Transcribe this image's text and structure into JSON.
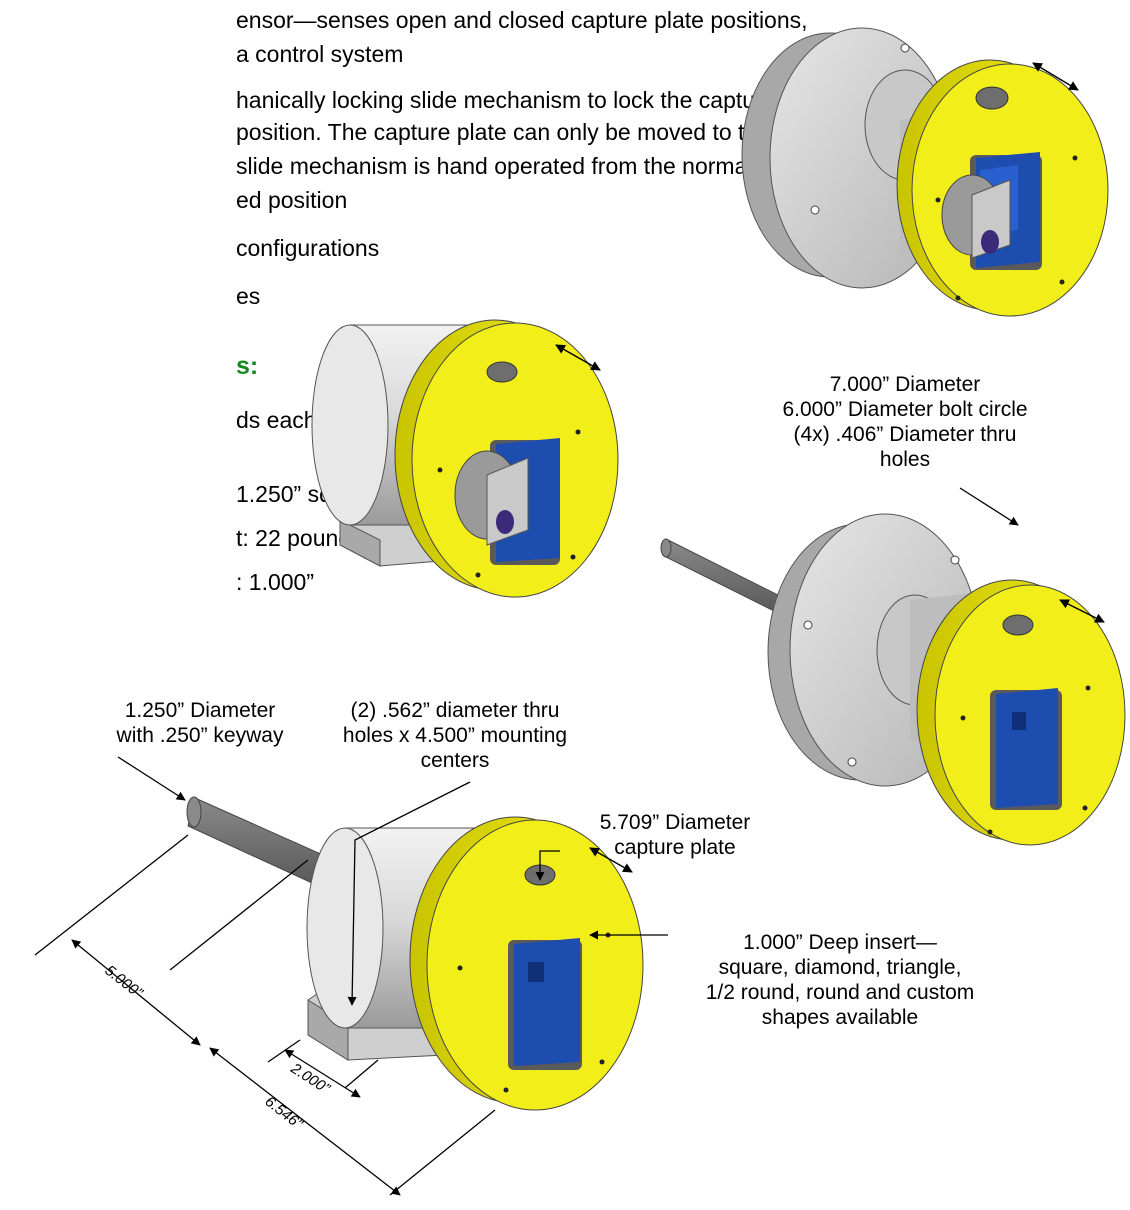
{
  "colors": {
    "heading": "#138a1e",
    "capture_plate": "#f2ee1a",
    "insert": "#1e4db0",
    "housing": "#d6d6d6",
    "shaft": "#777777"
  },
  "left_text": {
    "line1": "ensor—senses open and closed capture plate positions,",
    "line2": "a control system",
    "line3": "hanically locking slide mechanism to lock the capture",
    "line4": "position.  The capture plate can only be moved to the",
    "line5": "slide mechanism is hand operated from the normally",
    "line6": "ed position",
    "line7": "configurations",
    "line8": "es",
    "heading": "s:",
    "spec1": "ds each,",
    "spec2": "1.250” square",
    "spec3": "t: 22 pounds each",
    "spec4": ": 1.000”"
  },
  "annotations": {
    "flange_diameter": [
      "7.000” Diameter",
      "6.000” Diameter bolt circle",
      "(4x) .406” Diameter thru",
      "holes"
    ],
    "shaft_diameter": [
      "1.250” Diameter",
      "with .250” keyway"
    ],
    "mount_holes": [
      "(2) .562” diameter thru",
      "holes x 4.500” mounting",
      "centers"
    ],
    "capture_plate": [
      "5.709” Diameter",
      "capture plate"
    ],
    "insert": [
      "1.000” Deep insert—",
      "square, diamond, triangle,",
      "1/2 round, round and custom",
      "shapes available"
    ]
  },
  "dimensions": {
    "shaft_length": "5.000”",
    "base_width": "2.000”",
    "overall_length": "6.546”"
  }
}
